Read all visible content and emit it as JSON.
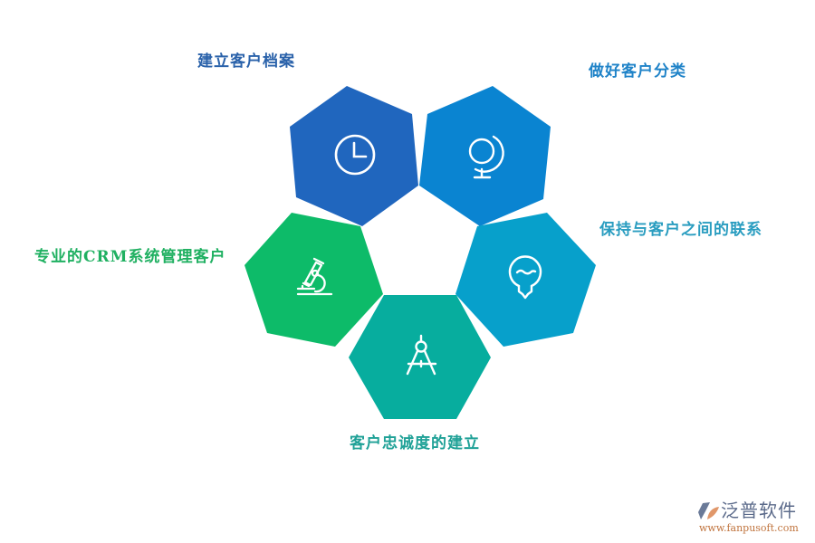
{
  "diagram": {
    "type": "hexagon-cycle",
    "items": [
      {
        "label": "建立客户档案",
        "icon": "clock-icon",
        "color": "#2066be"
      },
      {
        "label": "做好客户分类",
        "icon": "globe-icon",
        "color": "#0a84d1"
      },
      {
        "label": "保持与客户之间的联系",
        "icon": "lightbulb-icon",
        "color": "#07a0cb"
      },
      {
        "label": "客户忠诚度的建立",
        "icon": "compass-icon",
        "color": "#07ad9e"
      },
      {
        "label": "专业的CRM系统管理客户",
        "icon": "microscope-icon",
        "color": "#0dbb69"
      }
    ]
  },
  "logo": {
    "name": "泛普软件",
    "url": "www.fanpusoft.com"
  }
}
